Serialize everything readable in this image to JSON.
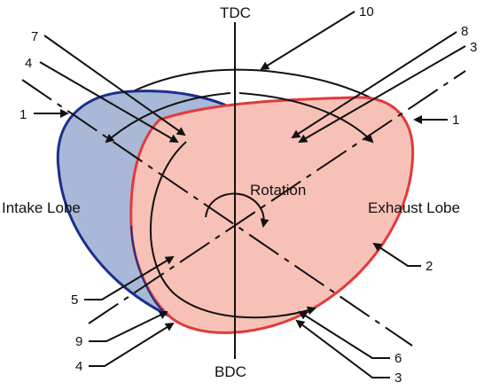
{
  "labels": {
    "tdc": "TDC",
    "bdc": "BDC",
    "intake": "Intake Lobe",
    "exhaust": "Exhaust Lobe",
    "rotation": "Rotation"
  },
  "callouts": {
    "n10": "10",
    "n8": "8",
    "n3a": "3",
    "n7": "7",
    "n4a": "4",
    "n1a": "1",
    "n1b": "1",
    "n2": "2",
    "n5": "5",
    "n9": "9",
    "n4b": "4",
    "n6": "6",
    "n3b": "3"
  },
  "colors": {
    "intake_fill": "#a9b8d6",
    "intake_stroke": "#1c2f8c",
    "exhaust_fill": "#f7c1b8",
    "exhaust_stroke": "#e23a3a",
    "line": "#111111"
  },
  "icons": [
    "rotation-arrow-icon"
  ]
}
